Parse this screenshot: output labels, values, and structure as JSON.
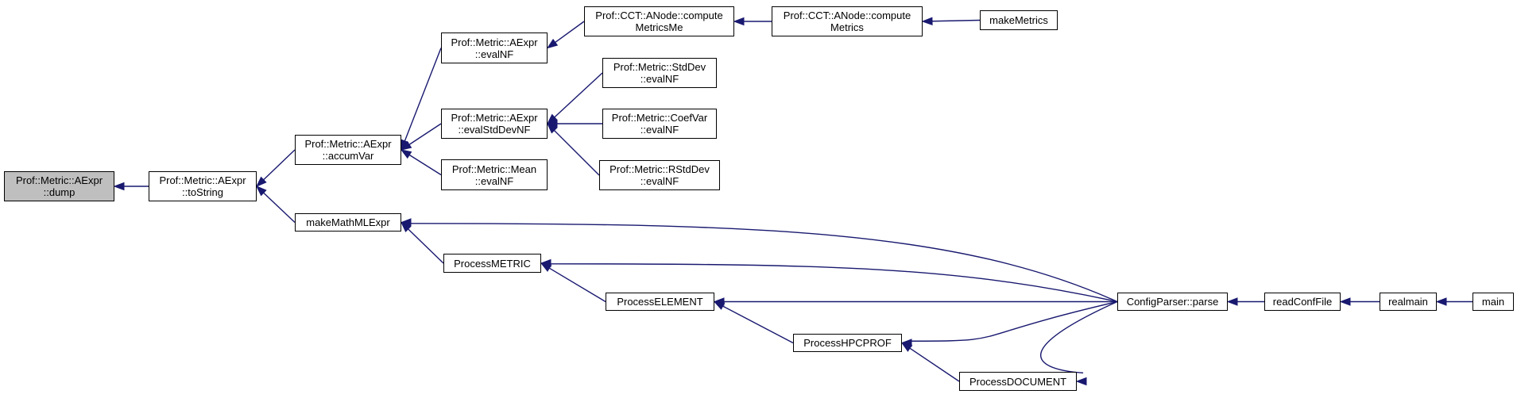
{
  "diagram": {
    "colors": {
      "edge": "#191970",
      "root_fill": "#bfbfbf",
      "node_fill": "#ffffff",
      "border": "#000000"
    },
    "nodes": [
      {
        "id": "dump",
        "lines": [
          "Prof::Metric::AExpr",
          "::dump"
        ],
        "root": true
      },
      {
        "id": "toString",
        "lines": [
          "Prof::Metric::AExpr",
          "::toString"
        ]
      },
      {
        "id": "accumVar",
        "lines": [
          "Prof::Metric::AExpr",
          "::accumVar"
        ]
      },
      {
        "id": "makeMathMLExpr",
        "lines": [
          "makeMathMLExpr"
        ]
      },
      {
        "id": "aexprEvalNF",
        "lines": [
          "Prof::Metric::AExpr",
          "::evalNF"
        ]
      },
      {
        "id": "evalStdDevNF",
        "lines": [
          "Prof::Metric::AExpr",
          "::evalStdDevNF"
        ]
      },
      {
        "id": "meanEvalNF",
        "lines": [
          "Prof::Metric::Mean",
          "::evalNF"
        ]
      },
      {
        "id": "computeMetricsMe",
        "lines": [
          "Prof::CCT::ANode::compute",
          "MetricsMe"
        ]
      },
      {
        "id": "computeMetrics",
        "lines": [
          "Prof::CCT::ANode::compute",
          "Metrics"
        ]
      },
      {
        "id": "makeMetrics",
        "lines": [
          "makeMetrics"
        ]
      },
      {
        "id": "stdDevEvalNF",
        "lines": [
          "Prof::Metric::StdDev",
          "::evalNF"
        ]
      },
      {
        "id": "coefVarEvalNF",
        "lines": [
          "Prof::Metric::CoefVar",
          "::evalNF"
        ]
      },
      {
        "id": "rStdDevEvalNF",
        "lines": [
          "Prof::Metric::RStdDev",
          "::evalNF"
        ]
      },
      {
        "id": "processMETRIC",
        "lines": [
          "ProcessMETRIC"
        ]
      },
      {
        "id": "processELEMENT",
        "lines": [
          "ProcessELEMENT"
        ]
      },
      {
        "id": "processHPCPROF",
        "lines": [
          "ProcessHPCPROF"
        ]
      },
      {
        "id": "processDOCUMENT",
        "lines": [
          "ProcessDOCUMENT"
        ]
      },
      {
        "id": "configParse",
        "lines": [
          "ConfigParser::parse"
        ]
      },
      {
        "id": "readConfFile",
        "lines": [
          "readConfFile"
        ]
      },
      {
        "id": "realmain",
        "lines": [
          "realmain"
        ]
      },
      {
        "id": "main",
        "lines": [
          "main"
        ]
      }
    ],
    "edges": [
      {
        "from": "toString",
        "to": "dump"
      },
      {
        "from": "accumVar",
        "to": "toString"
      },
      {
        "from": "makeMathMLExpr",
        "to": "toString"
      },
      {
        "from": "aexprEvalNF",
        "to": "accumVar"
      },
      {
        "from": "evalStdDevNF",
        "to": "accumVar"
      },
      {
        "from": "meanEvalNF",
        "to": "accumVar"
      },
      {
        "from": "computeMetricsMe",
        "to": "aexprEvalNF"
      },
      {
        "from": "computeMetrics",
        "to": "computeMetricsMe"
      },
      {
        "from": "makeMetrics",
        "to": "computeMetrics"
      },
      {
        "from": "stdDevEvalNF",
        "to": "evalStdDevNF"
      },
      {
        "from": "coefVarEvalNF",
        "to": "evalStdDevNF"
      },
      {
        "from": "rStdDevEvalNF",
        "to": "evalStdDevNF"
      },
      {
        "from": "processMETRIC",
        "to": "makeMathMLExpr"
      },
      {
        "from": "configParse",
        "to": "makeMathMLExpr"
      },
      {
        "from": "processELEMENT",
        "to": "processMETRIC"
      },
      {
        "from": "configParse",
        "to": "processMETRIC"
      },
      {
        "from": "configParse",
        "to": "processELEMENT"
      },
      {
        "from": "processHPCPROF",
        "to": "processELEMENT"
      },
      {
        "from": "configParse",
        "to": "processHPCPROF"
      },
      {
        "from": "processDOCUMENT",
        "to": "processHPCPROF"
      },
      {
        "from": "configParse",
        "to": "processDOCUMENT"
      },
      {
        "from": "readConfFile",
        "to": "configParse"
      },
      {
        "from": "realmain",
        "to": "readConfFile"
      },
      {
        "from": "main",
        "to": "realmain"
      }
    ]
  }
}
